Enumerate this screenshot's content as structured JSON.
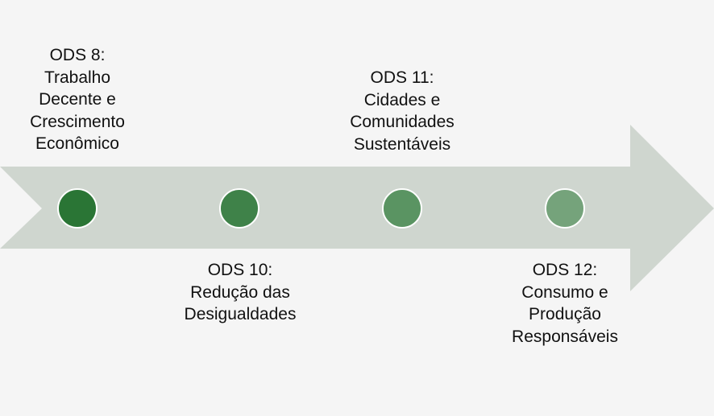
{
  "colors": {
    "background": "#f5f5f5",
    "arrow": "#cfd6cf",
    "milestone_1": "#2a7535",
    "milestone_2": "#3f8249",
    "milestone_3": "#5a9462",
    "milestone_4": "#75a37b"
  },
  "milestones": [
    {
      "title": "ODS 8:",
      "lines": [
        "Trabalho",
        "Decente e",
        "Crescimento",
        "Econômico"
      ]
    },
    {
      "title": "ODS 10:",
      "lines": [
        "Redução das",
        "Desigualdades"
      ]
    },
    {
      "title": "ODS 11:",
      "lines": [
        "Cidades e",
        "Comunidades",
        "Sustentáveis"
      ]
    },
    {
      "title": "ODS 12:",
      "lines": [
        "Consumo e",
        "Produção",
        "Responsáveis"
      ]
    }
  ]
}
